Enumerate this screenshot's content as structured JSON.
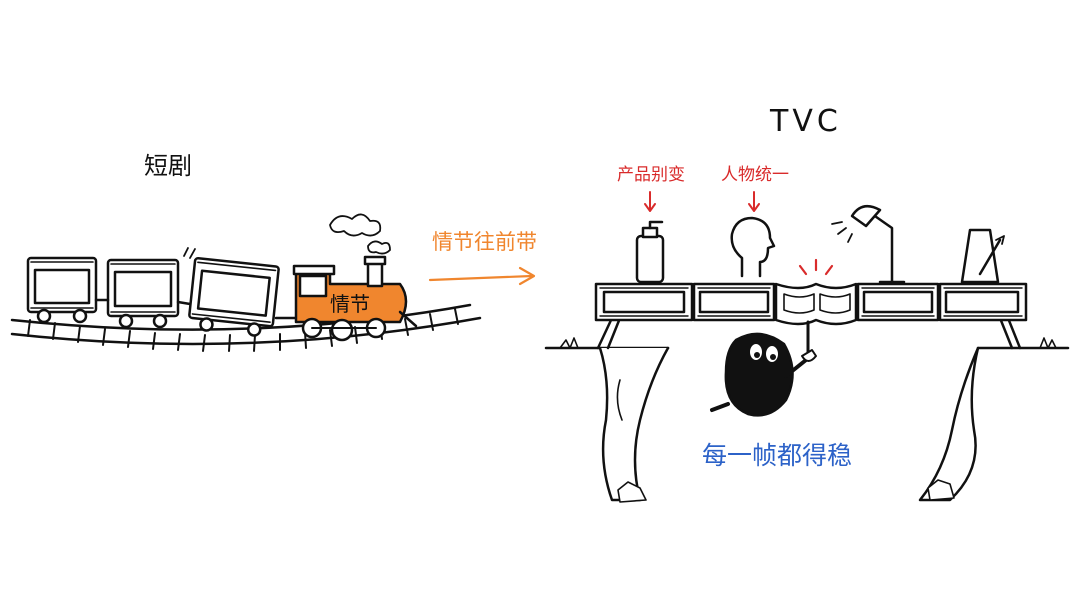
{
  "labels": {
    "short_drama": "短剧",
    "tvc": "TVC",
    "plot_drives": "情节往前带",
    "engine_text": "情节",
    "product_change": "产品别变",
    "character_consistent": "人物统一",
    "every_frame": "每一帧都得稳"
  },
  "colors": {
    "ink": "#111111",
    "orange": "#f0862e",
    "red": "#d92b2b",
    "blue": "#2c62c8",
    "blob": "#111111"
  },
  "icons": {
    "lotion_bottle": "pump-bottle-icon",
    "head": "head-silhouette-icon",
    "lamp": "desk-lamp-icon",
    "metronome": "metronome-icon",
    "wrench": "wrench-icon"
  }
}
